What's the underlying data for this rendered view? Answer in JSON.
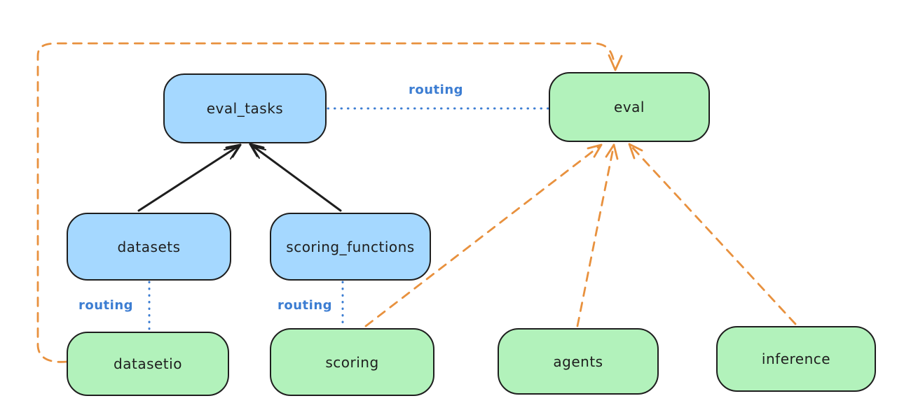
{
  "diagram": {
    "nodes": {
      "eval_tasks": {
        "label": "eval_tasks",
        "fill": "#a5d8ff"
      },
      "eval": {
        "label": "eval",
        "fill": "#b2f2bb"
      },
      "datasets": {
        "label": "datasets",
        "fill": "#a5d8ff"
      },
      "scoring_functions": {
        "label": "scoring_functions",
        "fill": "#a5d8ff"
      },
      "datasetio": {
        "label": "datasetio",
        "fill": "#b2f2bb"
      },
      "scoring": {
        "label": "scoring",
        "fill": "#b2f2bb"
      },
      "agents": {
        "label": "agents",
        "fill": "#b2f2bb"
      },
      "inference": {
        "label": "inference",
        "fill": "#b2f2bb"
      }
    },
    "edge_labels": {
      "eval_tasks_to_eval": "routing",
      "datasets_to_datasetio": "routing",
      "scoring_functions_to_scoring": "routing"
    },
    "edges": [
      {
        "from": "datasets",
        "to": "eval_tasks",
        "style": "solid-black-arrow"
      },
      {
        "from": "scoring_functions",
        "to": "eval_tasks",
        "style": "solid-black-arrow"
      },
      {
        "from": "eval_tasks",
        "to": "eval",
        "style": "blue-dotted",
        "label": "routing"
      },
      {
        "from": "datasets",
        "to": "datasetio",
        "style": "blue-dotted",
        "label": "routing"
      },
      {
        "from": "scoring_functions",
        "to": "scoring",
        "style": "blue-dotted",
        "label": "routing"
      },
      {
        "from": "datasetio",
        "to": "eval",
        "style": "orange-dashed-arrow"
      },
      {
        "from": "scoring",
        "to": "eval",
        "style": "orange-dashed-arrow"
      },
      {
        "from": "agents",
        "to": "eval",
        "style": "orange-dashed-arrow"
      },
      {
        "from": "inference",
        "to": "eval",
        "style": "orange-dashed-arrow"
      }
    ],
    "colors": {
      "blue_fill": "#a5d8ff",
      "green_fill": "#b2f2bb",
      "stroke": "#1e1e1e",
      "orange": "#e8913e",
      "routing_blue": "#3c7dd2",
      "background": "#ffffff"
    }
  }
}
